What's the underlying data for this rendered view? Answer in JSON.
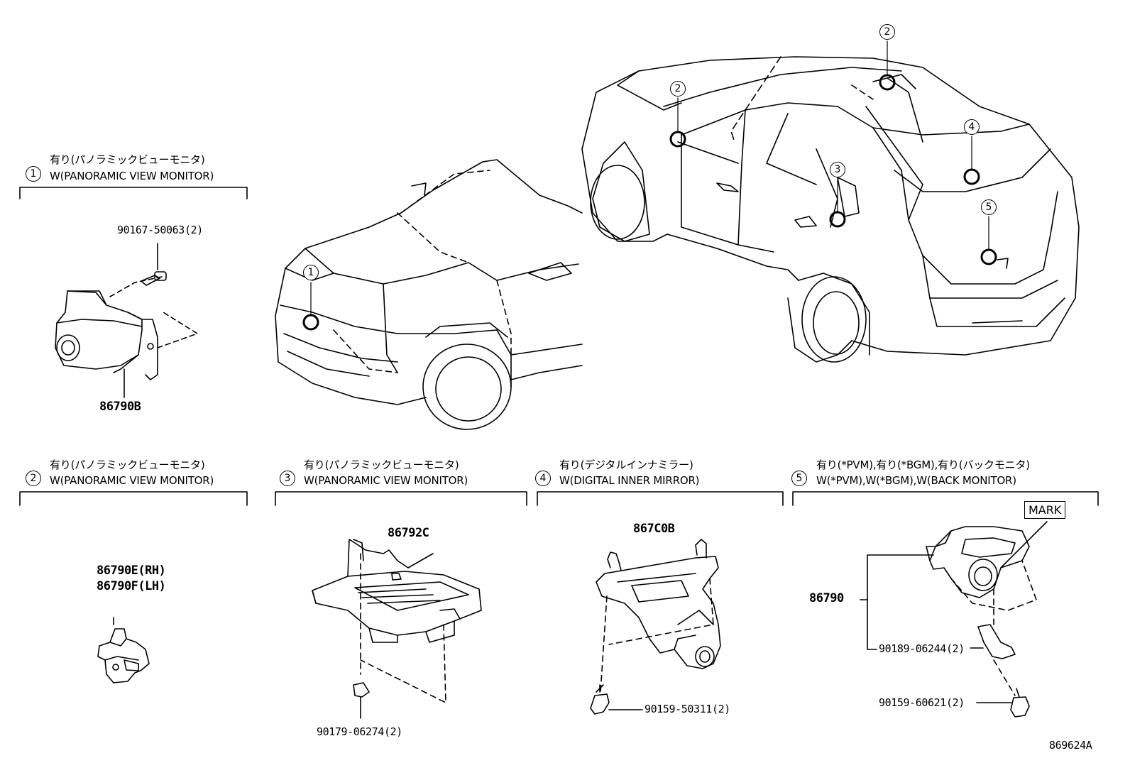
{
  "diagram": {
    "ref_code": "869624A",
    "sections": [
      {
        "num": "1",
        "jp": "有り(パノラミックビューモニタ)",
        "en": "W(PANORAMIC VIEW MONITOR)"
      },
      {
        "num": "2",
        "jp": "有り(パノラミックビューモニタ)",
        "en": "W(PANORAMIC VIEW MONITOR)"
      },
      {
        "num": "3",
        "jp": "有り(パノラミックビューモニタ)",
        "en": "W(PANORAMIC VIEW MONITOR)"
      },
      {
        "num": "4",
        "jp": "有り(デジタルインナミラー)",
        "en": "W(DIGITAL INNER MIRROR)"
      },
      {
        "num": "5",
        "jp": "有り(*PVM),有り(*BGM),有り(バックモニタ)",
        "en": "W(*PVM),W(*BGM),W(BACK MONITOR)"
      }
    ],
    "parts": {
      "p1_screw": "90167-50063(2)",
      "p1_camera": "86790B",
      "p2_camera_rh": "86790E(RH)",
      "p2_camera_lh": "86790F(LH)",
      "p3_ecu": "86792C",
      "p3_clip": "90179-06274(2)",
      "p4_bracket": "867C0B",
      "p4_screw": "90159-50311(2)",
      "p5_camera": "86790",
      "p5_nut": "90189-06244(2)",
      "p5_screw": "90159-60621(2)",
      "p5_mark": "MARK"
    },
    "callouts": [
      "1",
      "2",
      "2",
      "3",
      "4",
      "5"
    ]
  }
}
